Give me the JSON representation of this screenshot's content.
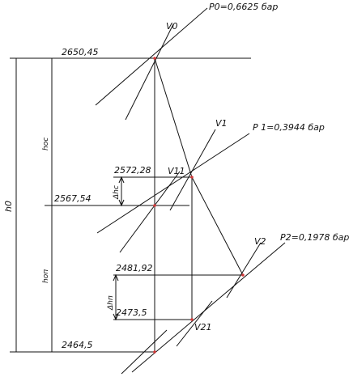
{
  "pressures": {
    "p0": "P0=0,6625 бар",
    "p1": "P 1=0,3944 бар",
    "p2": "P2=0,1978 бар"
  },
  "enthalpy": {
    "h_top": "2650,45",
    "h_1": "2572,28",
    "h_1t": "2567,54",
    "h_2": "2481,92",
    "h_2t": "2473,5",
    "h_bottom": "2464,5"
  },
  "points": {
    "v0": "V0",
    "v1": "V1",
    "v11": "V11",
    "v2": "V2",
    "v21": "V21"
  },
  "dimensions": {
    "h0": "h0",
    "hoc": "hос",
    "hon": "hоп",
    "dh_c": "Δhс",
    "dh_n": "Δhп"
  },
  "colors": {
    "line": "#111111",
    "point": "#d23a3a"
  }
}
